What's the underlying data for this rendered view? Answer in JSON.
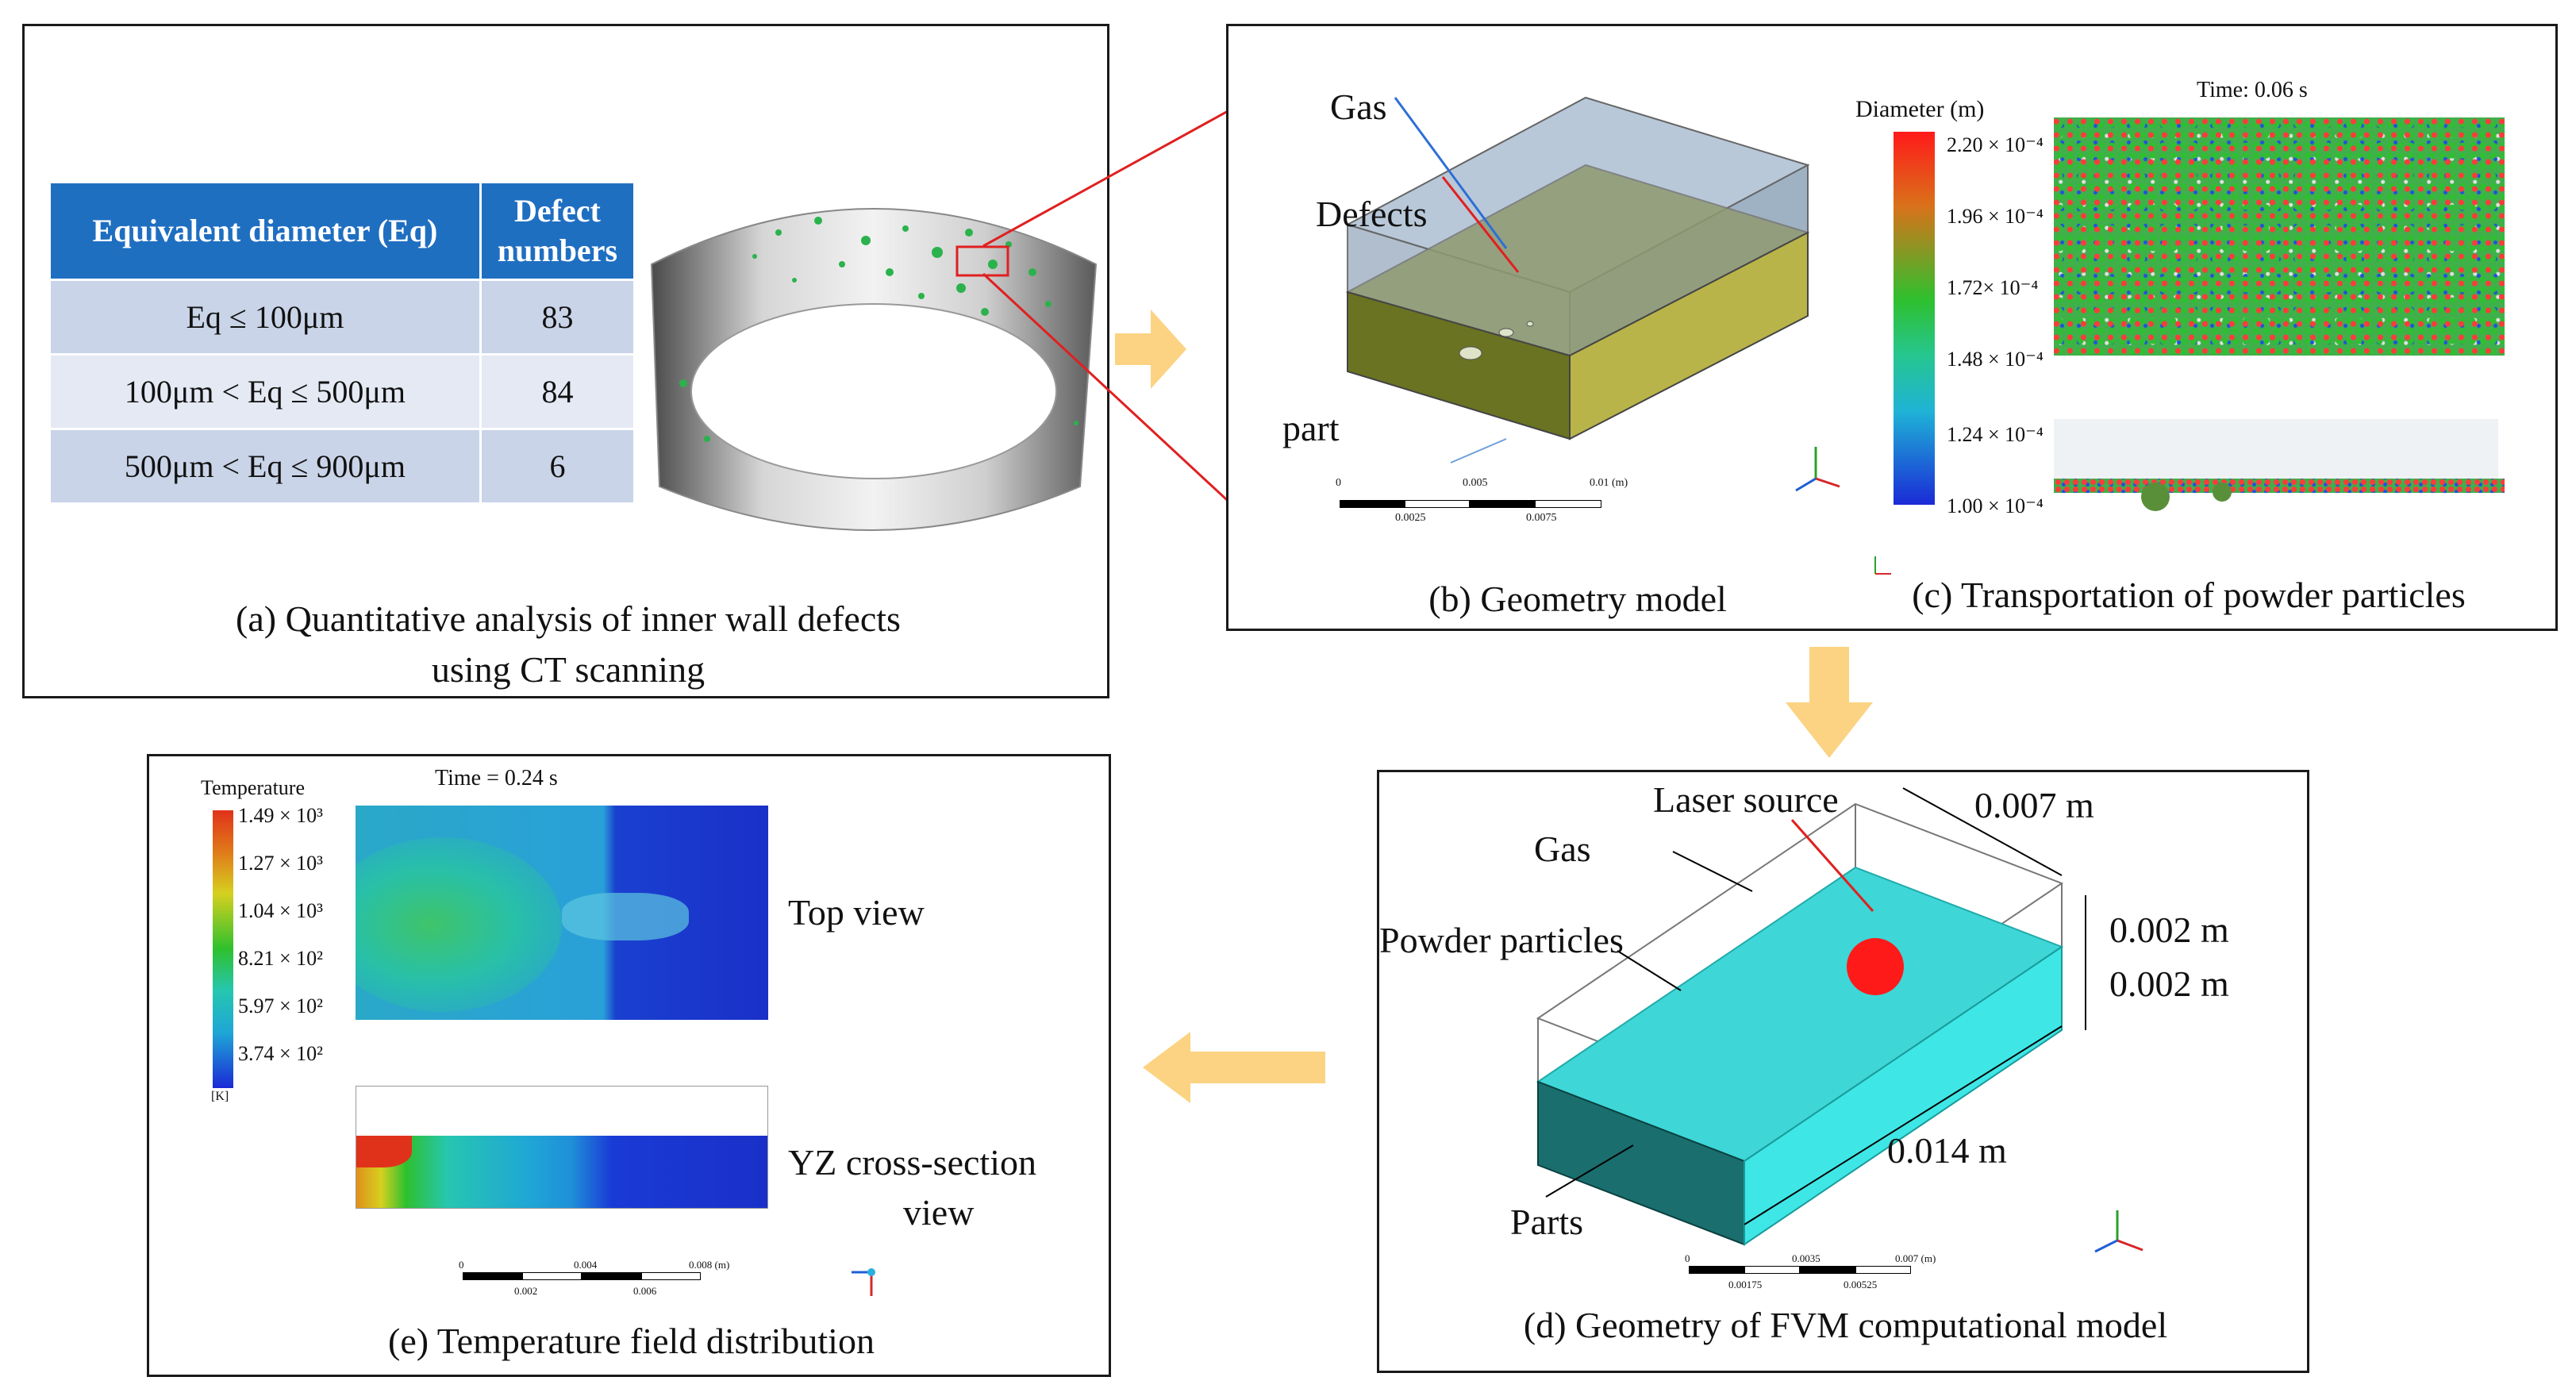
{
  "panel_a": {
    "table": {
      "headers": [
        "Equivalent diameter (Eq)",
        "Defect numbers"
      ],
      "rows": [
        [
          "Eq ≤ 100μm",
          "83"
        ],
        [
          "100μm < Eq ≤ 500μm",
          "84"
        ],
        [
          "500μm < Eq ≤ 900μm",
          "6"
        ]
      ]
    },
    "caption_line1": "(a) Quantitative analysis of inner wall defects",
    "caption_line2": "using CT scanning"
  },
  "panel_b": {
    "labels": {
      "gas": "Gas",
      "defects": "Defects",
      "part": "part"
    },
    "scale_ticks": [
      "0",
      "0.005",
      "0.01 (m)"
    ],
    "scale_subticks": [
      "0.0025",
      "0.0075"
    ],
    "caption": "(b) Geometry model"
  },
  "panel_c": {
    "time": "Time: 0.06 s",
    "legend_title": "Diameter (m)",
    "legend_values": [
      "2.20 × 10⁻⁴",
      "1.96 × 10⁻⁴",
      "1.72× 10⁻⁴",
      "1.48 × 10⁻⁴",
      "1.24 × 10⁻⁴",
      "1.00 × 10⁻⁴"
    ],
    "caption": "(c) Transportation of powder particles"
  },
  "panel_d": {
    "labels": {
      "laser": "Laser source",
      "gas": "Gas",
      "powder": "Powder particles",
      "parts": "Parts",
      "width": "0.007 m",
      "height_top": "0.002 m",
      "height_bottom": "0.002 m",
      "length": "0.014 m"
    },
    "scale_ticks": [
      "0",
      "0.0035",
      "0.007 (m)"
    ],
    "scale_subticks": [
      "0.00175",
      "0.00525"
    ],
    "caption": "(d) Geometry of FVM computational model"
  },
  "panel_e": {
    "legend_title": "Temperature",
    "legend_values": [
      "1.49 × 10³",
      "1.27 × 10³",
      "1.04 × 10³",
      "8.21 × 10²",
      "5.97 × 10²",
      "3.74 × 10²"
    ],
    "legend_unit": "[K]",
    "time": "Time = 0.24 s",
    "top_view": "Top view",
    "cross_line1": "YZ cross-section",
    "cross_line2": "view",
    "scale_ticks": [
      "0",
      "0.004",
      "0.008 (m)"
    ],
    "scale_subticks": [
      "0.002",
      "0.006"
    ],
    "caption": "(e) Temperature field distribution"
  },
  "colors": {
    "table_header": "#1f6fc1",
    "table_row_dark": "#c9d4e8",
    "table_row_light": "#e4e9f4",
    "arrow": "#fbd382",
    "zoom_lines": "#e02020",
    "powder": "#3ed6d6",
    "laser_spot": "#ff1a1a"
  }
}
